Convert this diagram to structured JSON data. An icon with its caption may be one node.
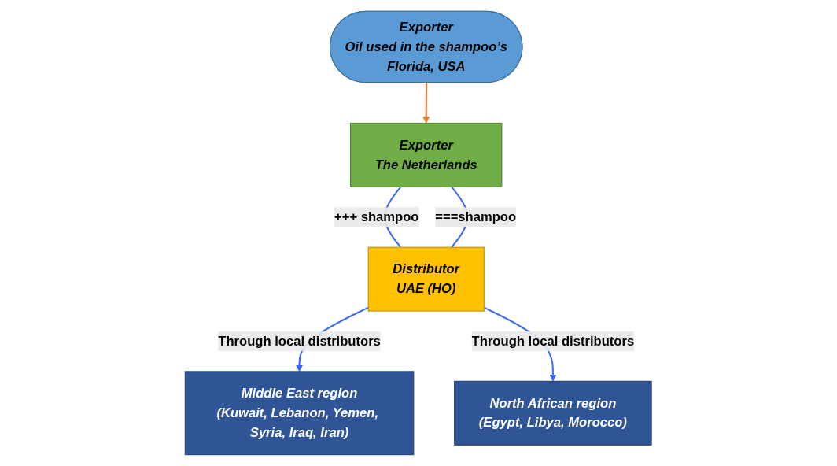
{
  "diagram": {
    "nodes": [
      {
        "text": [
          "Exporter",
          "The Netherlands"
        ]
      },
      {
        "text": [
          "Exporter",
          "Oil used in the shampoo’s",
          "Florida, USA"
        ]
      },
      {
        "text": [
          "Distributor",
          "UAE (HO)"
        ]
      },
      {
        "text": [
          "Middle East region",
          "(Kuwait, Lebanon, Yemen, Syria, Iraq, Iran)"
        ]
      },
      {
        "text": [
          "North African region",
          "(Egypt, Libya, Morocco)"
        ]
      }
    ],
    "edges": [
      {
        "from": 1,
        "to": 0,
        "arrow": "to",
        "color": "#ed7d31"
      },
      {
        "from": 0,
        "to": 2,
        "arrow": "none",
        "label": "+++ shampoo"
      },
      {
        "from": 0,
        "to": 2,
        "arrow": "none",
        "label": "===shampoo"
      },
      {
        "from": 2,
        "to": 3,
        "arrow": "to",
        "label": "Through local distributors"
      },
      {
        "from": 2,
        "to": 4,
        "arrow": "to",
        "label": "Through local distributors"
      }
    ]
  }
}
